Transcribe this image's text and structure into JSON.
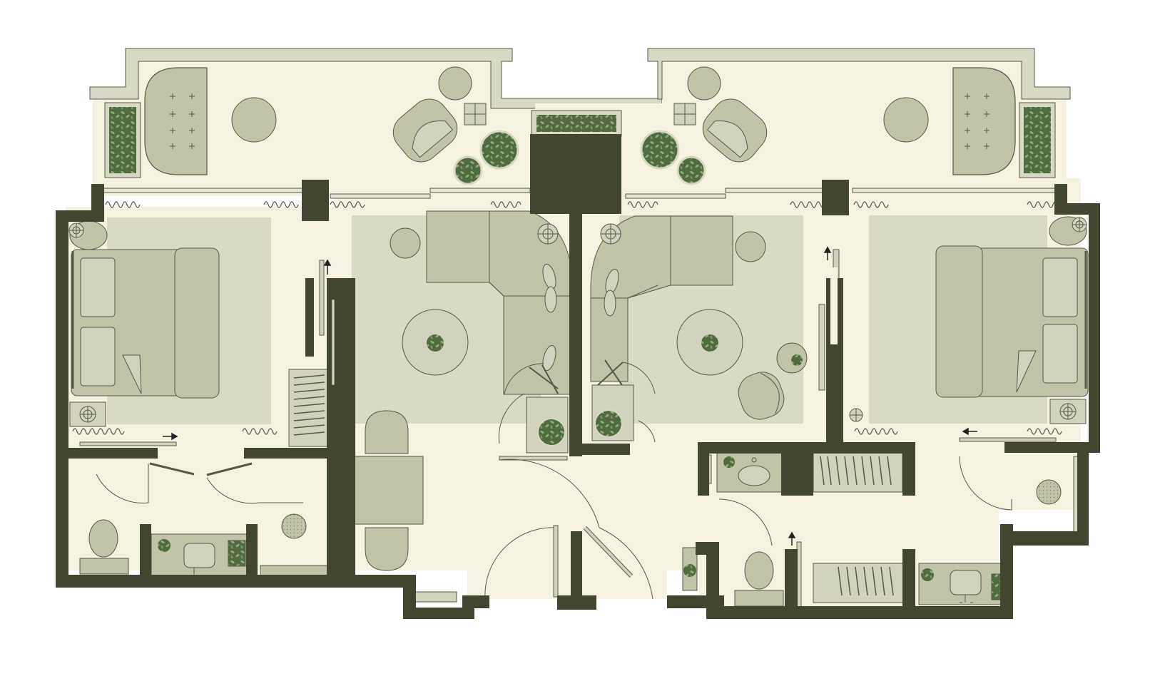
{
  "colors": {
    "background": "#ffffff",
    "wall": "#424631",
    "floor": "#f5f2e1",
    "rug": "#d9dac4",
    "furniture": "#c1c4a9",
    "furniture_light": "#d1d3be",
    "outline": "#55594a",
    "plant": "#4f6b3f",
    "plant_leaf": "#93a97e",
    "balcony_rail": "#d7d9c4"
  },
  "plan": {
    "rooms": [
      "balcony-left",
      "balcony-right",
      "bedroom-left",
      "bedroom-right",
      "living-left",
      "living-right",
      "bathroom-left",
      "bathroom-right",
      "entry-hall",
      "powder-room"
    ],
    "furniture": [
      "bed",
      "sofa",
      "armchair",
      "coffee-table",
      "side-table",
      "dining-table",
      "daybed",
      "toilet",
      "vanity-sink",
      "wardrobe",
      "planter",
      "floor-lamp",
      "door-swing",
      "window-glazing",
      "radiator"
    ],
    "door_arrows": [
      "right-arrow-icon",
      "up-arrow-icon",
      "left-arrow-icon"
    ]
  }
}
